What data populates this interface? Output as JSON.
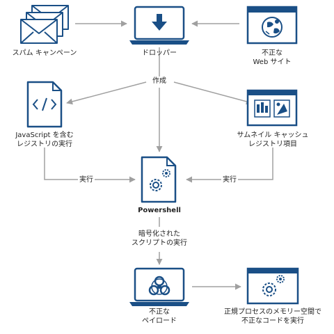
{
  "colors": {
    "node": "#1a4f86",
    "edge": "#a0a0a0",
    "text": "#222222"
  },
  "nodes": {
    "spam": {
      "label": "スパム キャンペーン",
      "icon": "envelope-stack-icon"
    },
    "dropper": {
      "label": "ドロッパー",
      "icon": "download-arrow-icon"
    },
    "malicious_site": {
      "label": "不正な\nWeb サイト",
      "icon": "malicious-web-globe-icon"
    },
    "javascript_registry": {
      "label": "JavaScript を含む\nレジストリの実行",
      "icon": "code-file-icon"
    },
    "thumbnail_cache": {
      "label": "サムネイル キャッシュ\nレジストリ項目",
      "icon": "thumbnail-window-icon"
    },
    "powershell": {
      "label": "Powershell",
      "icon": "gear-file-icon"
    },
    "malicious_payload": {
      "label": "不正な\nペイロード",
      "icon": "biohazard-icon"
    },
    "memory_execution": {
      "label": "正規プロセスのメモリー空間で\n不正なコードを実行",
      "icon": "gear-window-icon"
    }
  },
  "edges": {
    "create": "作成",
    "execute_left": "実行",
    "execute_right": "実行",
    "encrypted_script": "暗号化された\nスクリプトの実行"
  }
}
